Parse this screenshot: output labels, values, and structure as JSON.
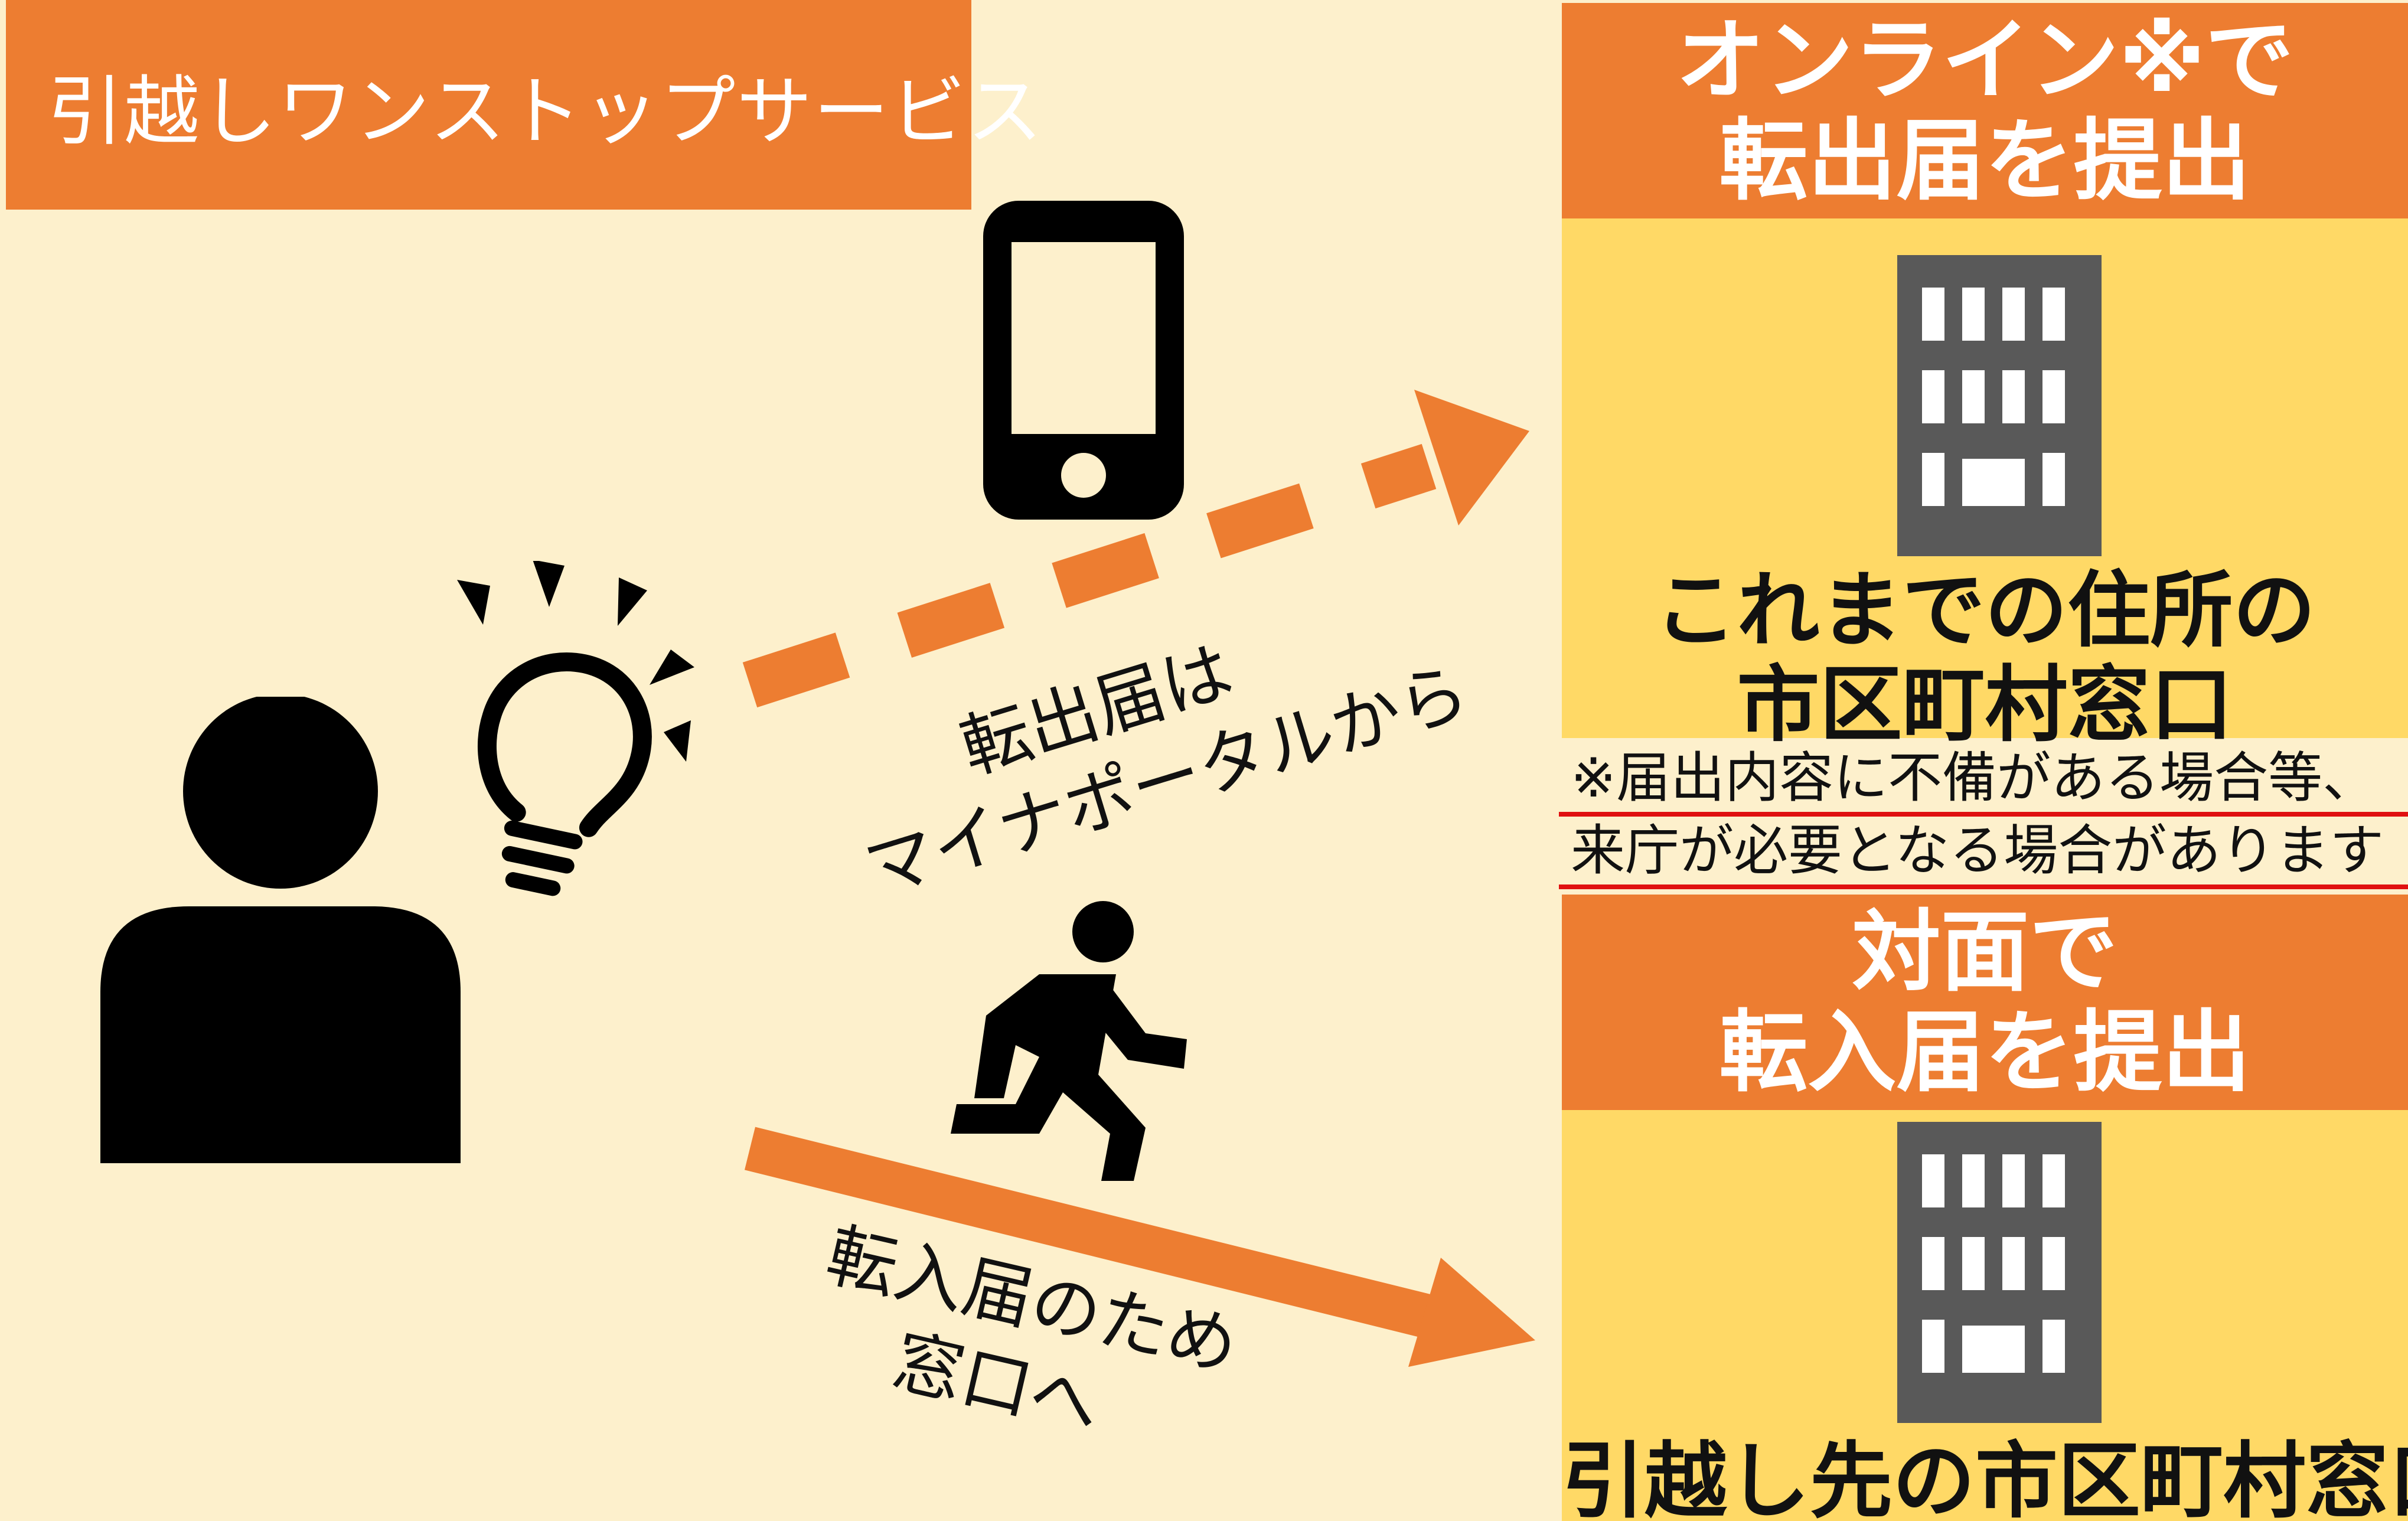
{
  "title": "引越しワンストップサービス",
  "online": {
    "heading_line1": "オンライン※で",
    "heading_line2": "転出届を提出",
    "office_line1": "これまでの住所の",
    "office_line2": "市区町村窓口"
  },
  "note": {
    "line1": "※届出内容に不備がある場合等、",
    "line2": "来庁が必要となる場合があります"
  },
  "inperson": {
    "heading_line1": "対面で",
    "heading_line2": "転入届を提出",
    "office_line1": "引越し先の市区町村窓口"
  },
  "flow_online": {
    "line1": "転出届は",
    "line2": "マイナポータルから"
  },
  "flow_inperson": {
    "line1": "転入届のため",
    "line2": "窓口へ"
  },
  "icons": [
    "person-icon",
    "lightbulb-icon",
    "smartphone-icon",
    "walking-person-icon",
    "building-icon"
  ],
  "colors": {
    "background": "#fdf0cc",
    "accent_orange": "#ed7d31",
    "panel_yellow": "#ffd966",
    "building_gray": "#595959",
    "underline_red": "#e01010"
  }
}
